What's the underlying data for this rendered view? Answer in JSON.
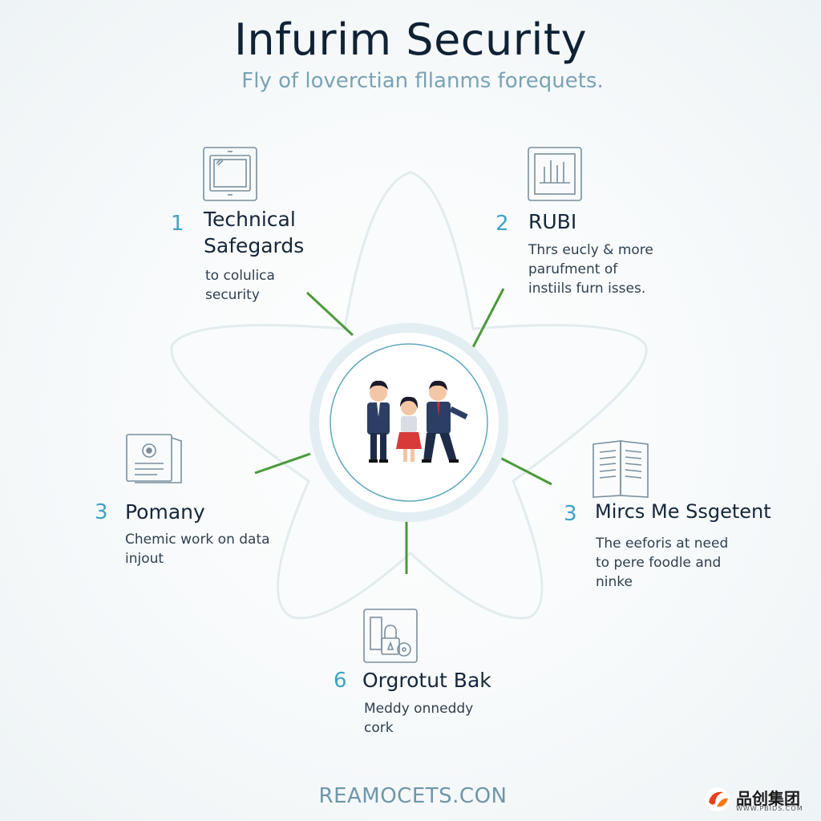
{
  "header": {
    "title": "Infurim Security",
    "subtitle": "Fly of loverctian fllanms forequets."
  },
  "center": {
    "illustration": "team-of-three-people"
  },
  "items": [
    {
      "number": "1",
      "title_line1": "Technical",
      "title_line2": "Safegards",
      "desc_line1": "to colulica",
      "desc_line2": "security",
      "icon": "tablet-icon"
    },
    {
      "number": "2",
      "title_line1": "RUBI",
      "desc_line1": "Thrs eucly & more",
      "desc_line2": "parufment of",
      "desc_line3": "instiils furn isses.",
      "icon": "bar-chart-icon"
    },
    {
      "number": "3",
      "title_line1": "Pomany",
      "desc_line1": "Chemic work on data",
      "desc_line2": "injout",
      "icon": "certificate-document-icon"
    },
    {
      "number": "3",
      "title_line1": "Mircs Me Ssgetent",
      "desc_line1": "The eeforis at need",
      "desc_line2": "to pere foodle and",
      "desc_line3": "ninke",
      "icon": "open-book-icon"
    },
    {
      "number": "6",
      "title_line1": "Orgrotut Bak",
      "desc_line1": "Meddy onneddy",
      "desc_line2": "cork",
      "icon": "lock-key-icon"
    }
  ],
  "footer": {
    "text": "REAMOCETS.CON"
  },
  "watermark": {
    "text": "品创集团",
    "url": "WWW.PBIDS.COM"
  },
  "colors": {
    "accent": "#3ea3c4",
    "connector": "#4a9a3a",
    "title": "#0f2236",
    "subtitle": "#7aa3b4"
  }
}
